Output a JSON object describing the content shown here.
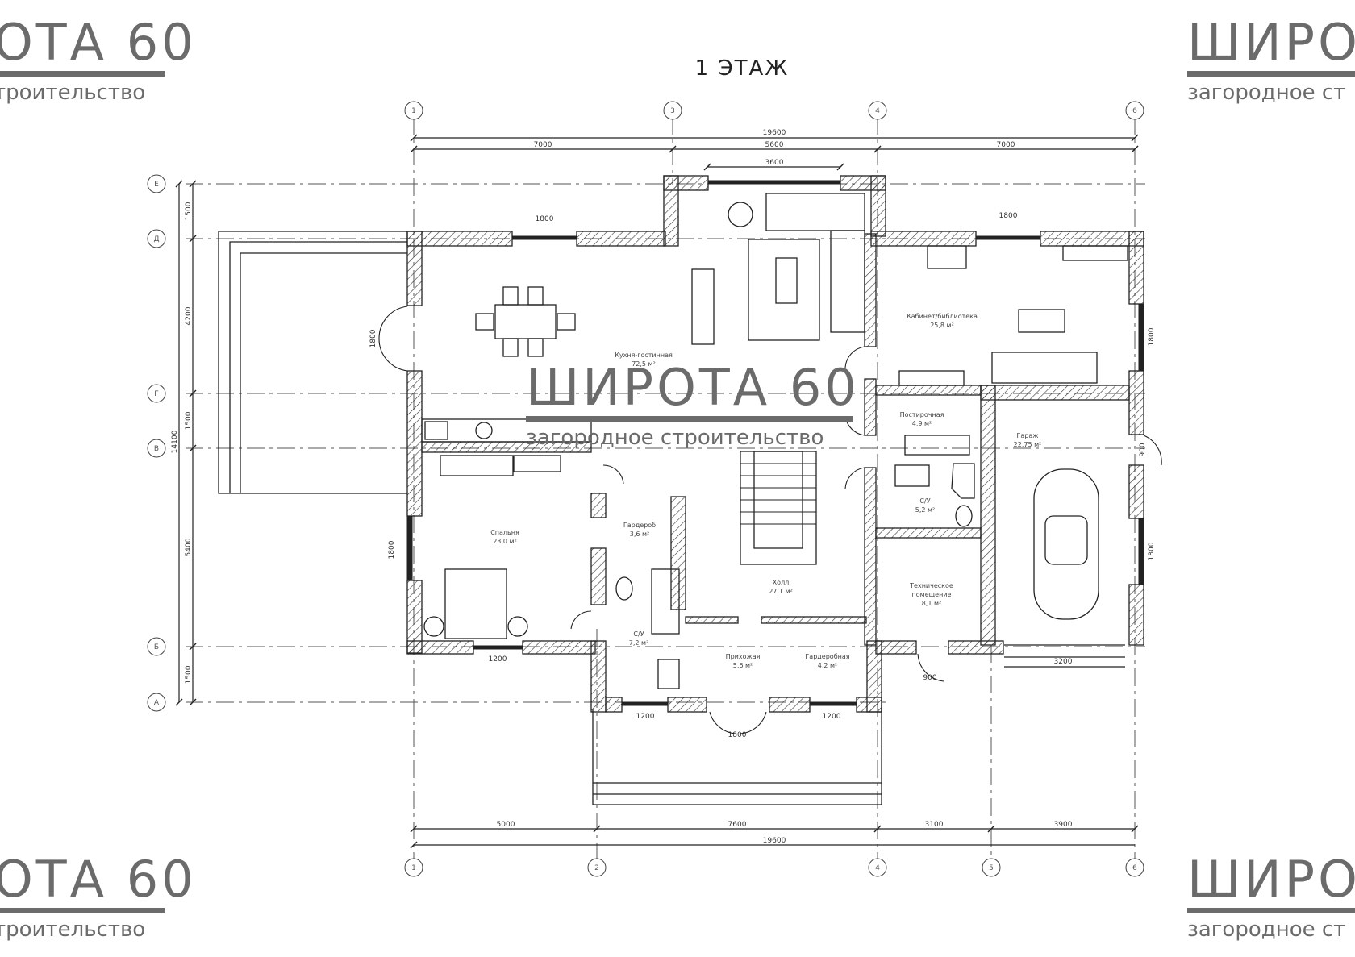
{
  "title": "1 ЭТАЖ",
  "watermark": {
    "brand": "ШИРОТА 60",
    "tagline": "загородное строительство",
    "corners": {
      "top_left_brand": "ОТА 60",
      "top_left_tagline": "троительство",
      "top_right_brand": "ШИРО",
      "top_right_tagline": "загородное ст",
      "bottom_left_brand": "ОТА 60",
      "bottom_left_tagline": "троительство",
      "bottom_right_brand": "ШИРО",
      "bottom_right_tagline": "загородное ст"
    },
    "color": "#6b6b6b"
  },
  "grid_axes": {
    "top": [
      "1",
      "3",
      "4",
      "6"
    ],
    "bottom": [
      "1",
      "2",
      "4",
      "5",
      "6"
    ],
    "left": [
      "Е",
      "Д",
      "Г",
      "В",
      "Б",
      "А"
    ]
  },
  "dimensions": {
    "top_overall": "19600",
    "top_segments": [
      "7000",
      "5600",
      "7000"
    ],
    "top_bay_window": "3600",
    "bottom_overall": "19600",
    "bottom_segments": [
      "5000",
      "7600",
      "3100",
      "3900"
    ],
    "left_overall": "14100",
    "left_segments": [
      "1500",
      "4200",
      "1500",
      "5400",
      "1500"
    ],
    "windows": {
      "kitchen_top": "1800",
      "study_top": "1800",
      "kitchen_left_door": "1800",
      "bedroom_left": "1800",
      "bedroom_bottom": "1200",
      "bath_bottom": "1200",
      "entry_door": "1800",
      "wardrobe_bottom": "1200",
      "tech_door": "900",
      "garage_gate": "3200",
      "study_right": "1800",
      "garage_side_door": "900",
      "garage_right": "1800"
    }
  },
  "rooms": [
    {
      "name": "Кухня-гостинная",
      "area": "72,5 м²"
    },
    {
      "name": "Кабинет/библиотека",
      "area": "25,8 м²"
    },
    {
      "name": "Постирочная",
      "area": "4,9 м²"
    },
    {
      "name": "Гараж",
      "area": "22,75 м²"
    },
    {
      "name": "С/У",
      "area": "5,2 м²"
    },
    {
      "name": "Спальня",
      "area": "23,0 м²"
    },
    {
      "name": "Гардероб",
      "area": "3,6 м²"
    },
    {
      "name": "Холл",
      "area": "27,1 м²"
    },
    {
      "name": "Техническое",
      "name2": "помещение",
      "area": "8,1 м²"
    },
    {
      "name": "С/У",
      "area": "7,2 м²"
    },
    {
      "name": "Прихожая",
      "area": "5,6 м²"
    },
    {
      "name": "Гардеробная",
      "area": "4,2 м²"
    }
  ]
}
